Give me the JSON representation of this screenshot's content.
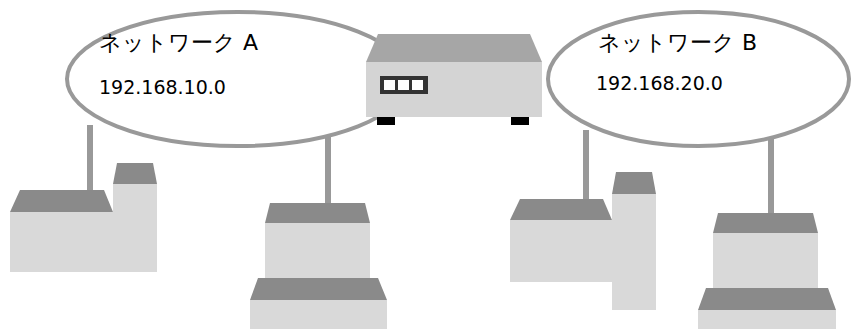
{
  "diagram": {
    "nodes": [
      {
        "text": [
          "ネットワーク A",
          "192.168.10.0"
        ]
      },
      {
        "text": [
          "ネットワーク B",
          "192.168.20.0"
        ]
      }
    ]
  }
}
